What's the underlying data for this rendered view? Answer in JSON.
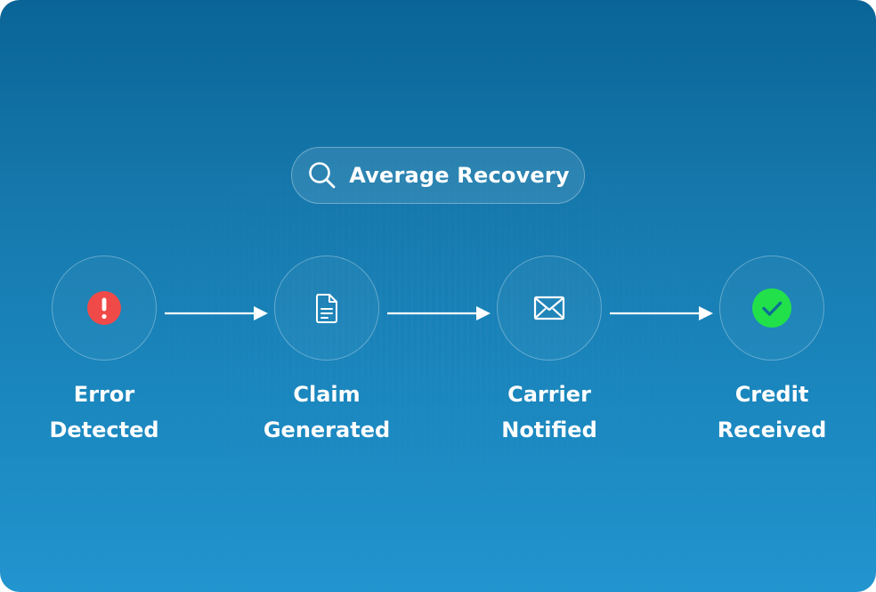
{
  "badge": {
    "label": "Average Recovery",
    "icon": "search-icon"
  },
  "steps": [
    {
      "line1": "Error",
      "line2": "Detected",
      "icon": "error-alert-icon",
      "icon_color": "#f04a48"
    },
    {
      "line1": "Claim",
      "line2": "Generated",
      "icon": "document-icon",
      "icon_color": "#ffffff"
    },
    {
      "line1": "Carrier",
      "line2": "Notified",
      "icon": "envelope-icon",
      "icon_color": "#ffffff"
    },
    {
      "line1": "Credit",
      "line2": "Received",
      "icon": "check-circle-icon",
      "icon_color": "#22e04a"
    }
  ],
  "colors": {
    "background_top": "#0a6497",
    "background_bottom": "#2294cf",
    "text": "#ffffff"
  }
}
